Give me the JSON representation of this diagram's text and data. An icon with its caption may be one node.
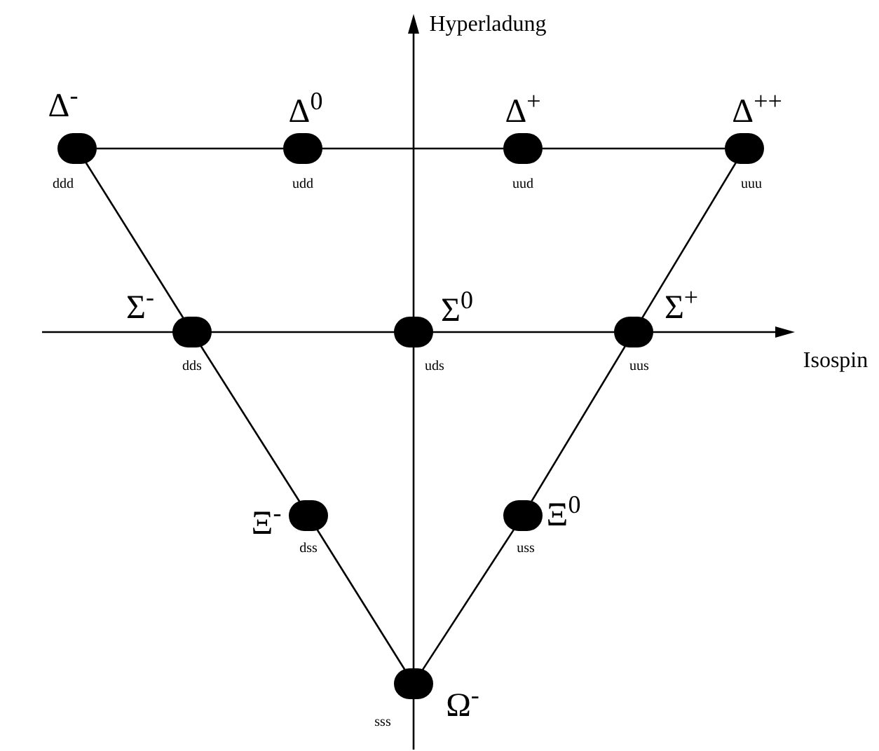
{
  "diagram": {
    "nodes": [
      {
        "text": [],
        "shape": "circle",
        "beside": [
          "Δ$^{-}$",
          "ddd"
        ]
      },
      {
        "text": [],
        "shape": "circle",
        "beside": [
          "Δ$^{0}$",
          "udd"
        ]
      },
      {
        "text": [],
        "shape": "circle",
        "beside": [
          "Δ$^{+}$",
          "uud"
        ]
      },
      {
        "text": [],
        "shape": "circle",
        "beside": [
          "Δ$^{++}$",
          "uuu"
        ]
      },
      {
        "text": [],
        "shape": "circle",
        "beside": [
          "Σ$^{-}$",
          "dds"
        ]
      },
      {
        "text": [],
        "shape": "circle",
        "beside": [
          "Σ$^{0}$",
          "uds"
        ]
      },
      {
        "text": [],
        "shape": "circle",
        "beside": [
          "Σ$^{+}$",
          "uus"
        ]
      },
      {
        "text": [],
        "shape": "circle",
        "beside": [
          "Ξ$^{-}$",
          "dss"
        ]
      },
      {
        "text": [],
        "shape": "circle",
        "beside": [
          "Ξ$^{0}$",
          "uss"
        ]
      },
      {
        "text": [],
        "shape": "circle",
        "beside": [
          "Ω$^{-}$",
          "sss"
        ]
      }
    ],
    "edges": [
      {
        "from": 0,
        "to": 1,
        "arrow": "none"
      },
      {
        "from": 1,
        "to": 2,
        "arrow": "none"
      },
      {
        "from": 2,
        "to": 3,
        "arrow": "none"
      },
      {
        "from": 0,
        "to": 4,
        "arrow": "none"
      },
      {
        "from": 4,
        "to": 7,
        "arrow": "none"
      },
      {
        "from": 7,
        "to": 9,
        "arrow": "none"
      },
      {
        "from": 3,
        "to": 6,
        "arrow": "none"
      },
      {
        "from": 6,
        "to": 8,
        "arrow": "none"
      },
      {
        "from": 8,
        "to": 9,
        "arrow": "none"
      }
    ],
    "labels": [
      "Hyperladung",
      "Isospin"
    ]
  }
}
